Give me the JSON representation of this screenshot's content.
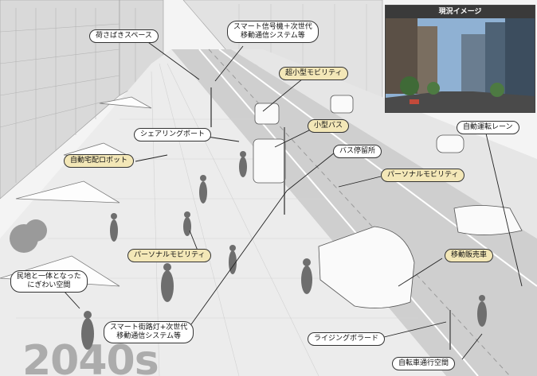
{
  "photo": {
    "title": "現況イメージ"
  },
  "watermark": {
    "year": "2040s"
  },
  "labels": {
    "cargo_space": "荷さばきスペース",
    "smart_signal_line1": "スマート信号機＋次世代",
    "smart_signal_line2": "移動通信システム等",
    "micro_mobility": "超小型モビリティ",
    "sharing_port": "シェアリングポート",
    "small_bus": "小型バス",
    "auto_driving_lane": "自動運転レーン",
    "delivery_robot": "自動宅配ロボット",
    "bus_stop": "バス停留所",
    "personal_mobility_right": "パーソナルモビリティ",
    "personal_mobility_left": "パーソナルモビリティ",
    "mobile_shop": "移動販売車",
    "lively_space_line1": "民地と一体となった",
    "lively_space_line2": "にぎわい空間",
    "smart_streetlight_line1": "スマート街路灯+次世代",
    "smart_streetlight_line2": "移動通信システム等",
    "rising_bollard": "ライジングボラード",
    "bicycle_space": "自転車通行空間"
  },
  "colors": {
    "label_highlight": "#f3e7b7",
    "label_plain": "#ffffff",
    "line": "#222222"
  }
}
